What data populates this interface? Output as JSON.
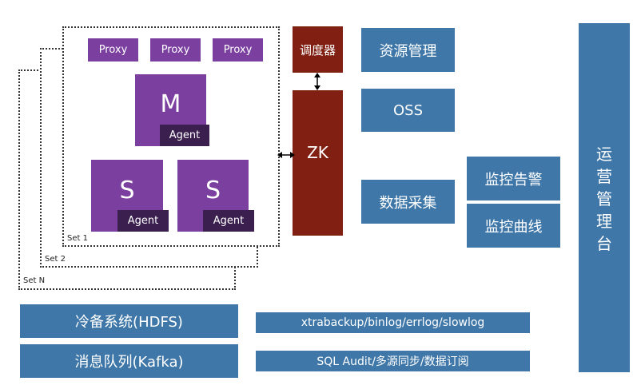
{
  "sets": {
    "set_n_label": "Set N",
    "set_2_label": "Set 2",
    "set_1_label": "Set 1"
  },
  "proxies": [
    "Proxy",
    "Proxy",
    "Proxy"
  ],
  "master": {
    "letter": "M",
    "agent": "Agent"
  },
  "slaves": [
    {
      "letter": "S",
      "agent": "Agent"
    },
    {
      "letter": "S",
      "agent": "Agent"
    }
  ],
  "scheduler": "调度器",
  "zk": "ZK",
  "right_boxes": {
    "resource_mgmt": "资源管理",
    "oss": "OSS",
    "data_collect": "数据采集",
    "monitor_alert": "监控告警",
    "monitor_curve": "监控曲线"
  },
  "ops_platform": [
    "运",
    "营",
    "管",
    "理",
    "台"
  ],
  "bottom": {
    "cold_backup": "冷备系统(HDFS)",
    "message_queue": "消息队列(Kafka)",
    "backup_tools": "xtrabackup/binlog/errlog/slowlog",
    "sql_audit": "SQL Audit/多源同步/数据订阅"
  },
  "colors": {
    "purple": "#7b3fa0",
    "agent_dark": "#3a1f4f",
    "dark_red": "#801f12",
    "steel_blue": "#3f77a8"
  }
}
